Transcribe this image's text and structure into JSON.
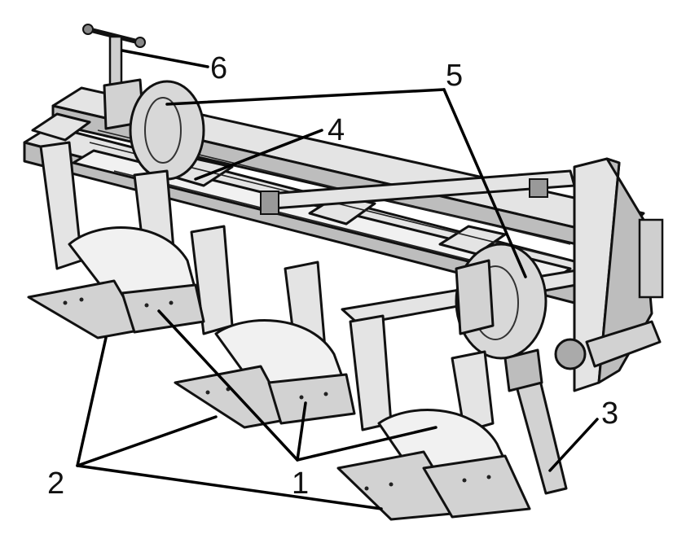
{
  "labels": {
    "1": "1",
    "2": "2",
    "3": "3",
    "4": "4",
    "5": "5",
    "6": "6"
  },
  "colors": {
    "ink": "#111111",
    "metal": "#d2d2d2",
    "background": "#ffffff"
  }
}
